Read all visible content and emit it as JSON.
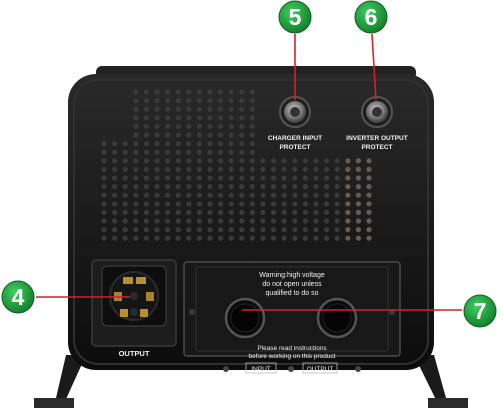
{
  "callouts": {
    "four": "4",
    "five": "5",
    "six": "6",
    "seven": "7"
  },
  "labels": {
    "charger_line1": "CHARGER INPUT",
    "charger_line2": "PROTECT",
    "inverter_line1": "INVERTER OUTPUT",
    "inverter_line2": "PROTECT",
    "output": "OUTPUT",
    "warning_line1": "Warning:high voltage",
    "warning_line2": "do not open unless",
    "warning_line3": "qualified to do so",
    "instructions_line1": "Please read instructions",
    "instructions_line2": "before working on this product",
    "input_port": "INPUT",
    "output_port": "OUTPUT"
  },
  "colors": {
    "callout_green": "#1c9a3a",
    "callout_line": "#d6202a",
    "body": "#151515"
  }
}
